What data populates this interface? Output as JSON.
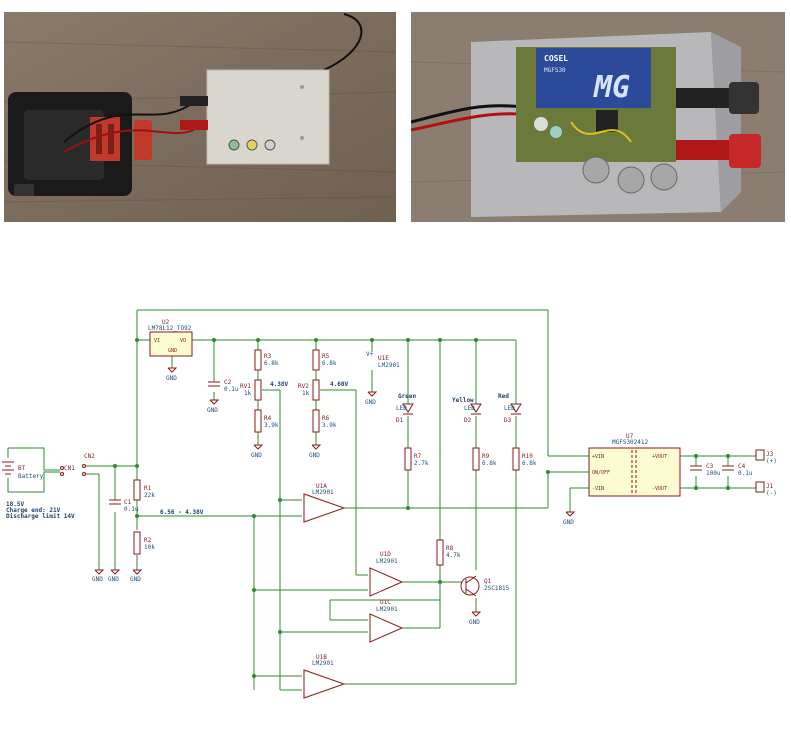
{
  "photos": {
    "left": {
      "subject": "battery and enclosure"
    },
    "right": {
      "logo_text": "COSEL",
      "module_text": "MGFS30",
      "badge": "MG"
    }
  },
  "schematic": {
    "battery": {
      "ref": "BT",
      "value": "Battery",
      "note_voltage": "18.5V",
      "note_charge": "Charge end: 21V",
      "note_discharge": "Discharge limit 14V"
    },
    "cn1": {
      "ref": "CN1"
    },
    "cn2": {
      "ref": "CN2"
    },
    "u2": {
      "ref": "U2",
      "value": "LM78L12_TO92",
      "pin_vi": "VI",
      "pin_vo": "VO",
      "pin_gnd": "GND"
    },
    "c1": {
      "ref": "C1",
      "value": "0.1u"
    },
    "c2": {
      "ref": "C2",
      "value": "0.1u"
    },
    "c3": {
      "ref": "C3",
      "value": "100u"
    },
    "c4": {
      "ref": "C4",
      "value": "0.1u"
    },
    "r1": {
      "ref": "R1",
      "value": "22k"
    },
    "r2": {
      "ref": "R2",
      "value": "10k"
    },
    "r3": {
      "ref": "R3",
      "value": "6.8k"
    },
    "r4": {
      "ref": "R4",
      "value": "3.9k"
    },
    "r5": {
      "ref": "R5",
      "value": "6.8k"
    },
    "r6": {
      "ref": "R6",
      "value": "3.9k"
    },
    "r7": {
      "ref": "R7",
      "value": "2.7k"
    },
    "r8": {
      "ref": "R8",
      "value": "4.7k"
    },
    "r9": {
      "ref": "R9",
      "value": "6.8k"
    },
    "r10": {
      "ref": "R10",
      "value": "6.8k"
    },
    "rv1": {
      "ref": "RV1",
      "value": "1k",
      "voltage": "4.38V"
    },
    "rv2": {
      "ref": "RV2",
      "value": "1k",
      "voltage": "4.60V"
    },
    "u1a": {
      "ref": "U1A",
      "value": "LM2901"
    },
    "u1b": {
      "ref": "U1B",
      "value": "LM2901"
    },
    "u1c": {
      "ref": "U1C",
      "value": "LM2901"
    },
    "u1d": {
      "ref": "U1D",
      "value": "LM2901"
    },
    "u1e": {
      "ref": "U1E",
      "value": "LM2901"
    },
    "d1": {
      "ref": "D1",
      "value": "LED",
      "color": "Green"
    },
    "d2": {
      "ref": "D2",
      "value": "LED",
      "color": "Yellow"
    },
    "d3": {
      "ref": "D3",
      "value": "LED",
      "color": "Red"
    },
    "q1": {
      "ref": "Q1",
      "value": "2SC1815"
    },
    "u7": {
      "ref": "U7",
      "value": "MGFS302412",
      "vin_p": "+VIN",
      "onoff": "ON/OFF",
      "vin_n": "-VIN",
      "vout_p": "+VOUT",
      "vout_n": "-VOUT"
    },
    "j1": {
      "ref": "J1",
      "value": "(-)"
    },
    "j3": {
      "ref": "J3",
      "value": "(+)"
    },
    "net_label": "6.56 - 4.38V",
    "gnd": "GND",
    "vplus": "V+",
    "colors": {
      "wire": "#2e8b2e",
      "part": "#8b1a1a",
      "fill": "#fdfbd2",
      "text": "#1f4f7a"
    }
  }
}
